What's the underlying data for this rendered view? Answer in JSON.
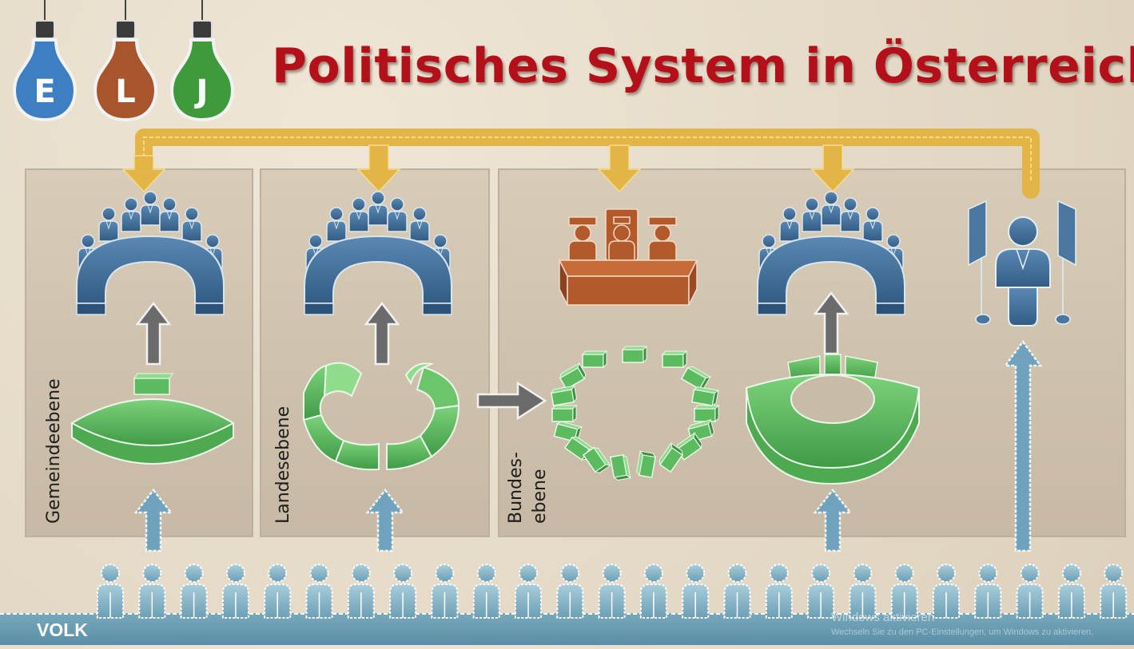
{
  "title": "Politisches System in Österreich",
  "logo": {
    "letters": [
      "E",
      "L",
      "J"
    ],
    "colors": [
      "#3e7fc4",
      "#a9542a",
      "#3e9a3a"
    ]
  },
  "levels": {
    "gemeinde": "Gemeindeebene",
    "landes": "Landesebene",
    "bundes_line1": "Bundes-",
    "bundes_line2": "ebene"
  },
  "volk": "VOLK",
  "watermark": {
    "line1": "Windows aktivieren",
    "line2": "Wechseln Sie zu den PC-Einstellungen, um Windows zu aktivieren."
  },
  "colors": {
    "title": "#b3101a",
    "government": "#3f6e98",
    "parliament": "#4faf52",
    "court": "#b35a2b",
    "connector": "#e2b546",
    "vote_arrow": "#7aaac4",
    "people": "#7eaec3",
    "panel": "#cfc2ae"
  }
}
